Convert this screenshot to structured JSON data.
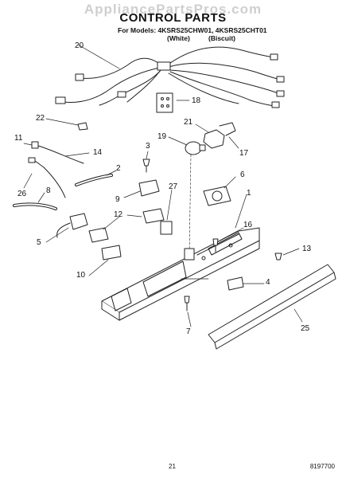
{
  "header": {
    "watermark": "AppliancePartsPros.com",
    "title": "CONTROL PARTS",
    "models_line": "For Models: 4KSRS25CHW01, 4KSRS25CHT01",
    "variant_white": "(White)",
    "variant_biscuit": "(Biscuit)"
  },
  "callouts": {
    "c1": "1",
    "c2": "2",
    "c3": "3",
    "c4": "4",
    "c5": "5",
    "c6": "6",
    "c7": "7",
    "c8": "8",
    "c9": "9",
    "c10": "10",
    "c11": "11",
    "c12": "12",
    "c13": "13",
    "c14": "14",
    "c16": "16",
    "c17": "17",
    "c18": "18",
    "c19": "19",
    "c20": "20",
    "c21": "21",
    "c22": "22",
    "c25": "25",
    "c26": "26",
    "c27": "27"
  },
  "footer": {
    "page_number": "21",
    "document_number": "8197700"
  }
}
